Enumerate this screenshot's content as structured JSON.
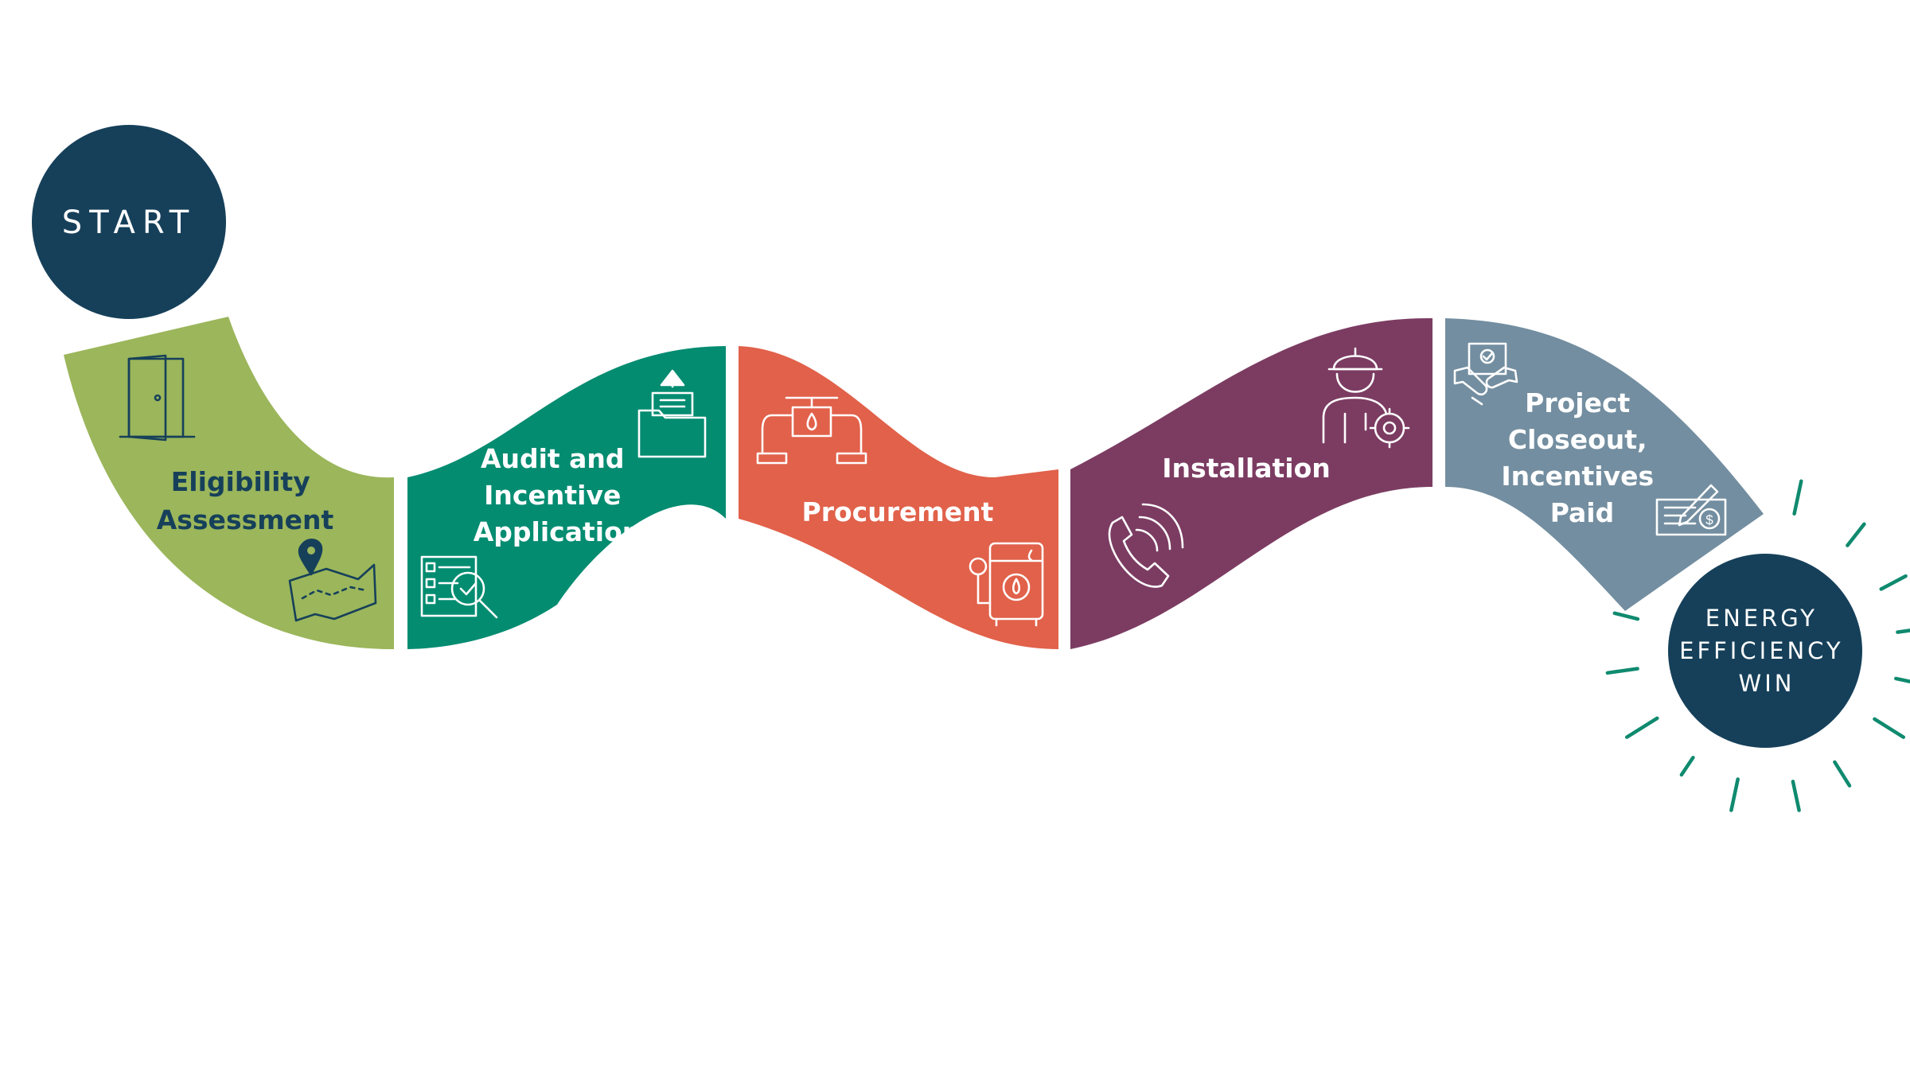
{
  "start_label": "START",
  "end_label": [
    "ENERGY",
    "EFFICIENCY",
    "WIN"
  ],
  "colors": {
    "navy": "#16405a",
    "green": "#9bb65b",
    "teal": "#048c71",
    "coral": "#e1614a",
    "plum": "#7c3c62",
    "slate": "#738ea0",
    "burst": "#0f8a6f"
  },
  "steps": [
    {
      "id": "eligibility",
      "lines": [
        "Eligibility",
        "Assessment"
      ],
      "label_color": "#16405a",
      "icons": [
        "door-icon",
        "map-pin-icon"
      ]
    },
    {
      "id": "audit",
      "lines": [
        "Audit and",
        "Incentive",
        "Application"
      ],
      "label_color": "#ffffff",
      "icons": [
        "folder-upload-icon",
        "checklist-search-icon"
      ]
    },
    {
      "id": "procurement",
      "lines": [
        "Procurement"
      ],
      "label_color": "#ffffff",
      "icons": [
        "pipe-valve-icon",
        "water-heater-icon"
      ]
    },
    {
      "id": "installation",
      "lines": [
        "Installation"
      ],
      "label_color": "#ffffff",
      "icons": [
        "phone-call-icon",
        "worker-gear-icon"
      ]
    },
    {
      "id": "closeout",
      "lines": [
        "Project",
        "Closeout,",
        "Incentives",
        "Paid"
      ],
      "label_color": "#ffffff",
      "icons": [
        "handshake-icon",
        "check-dollar-icon"
      ]
    }
  ]
}
